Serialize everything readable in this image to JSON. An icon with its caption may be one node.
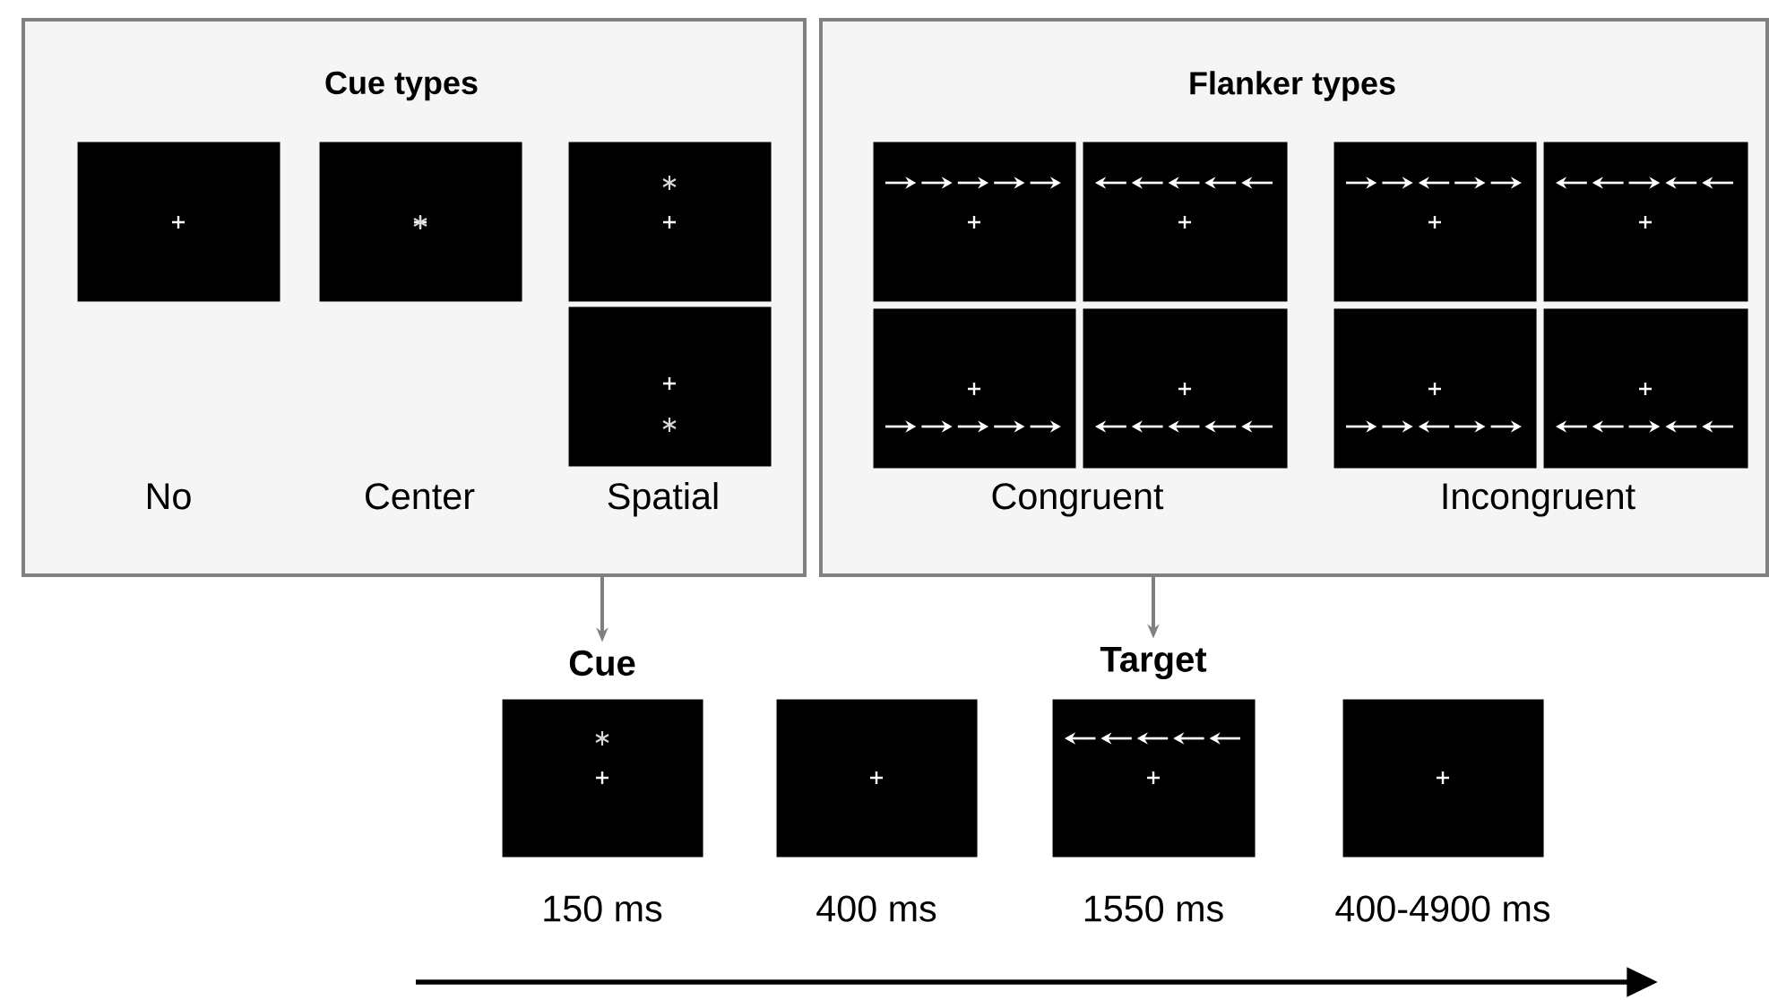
{
  "diagram": {
    "nodes": [
      {
        "text": [
          "Cue types"
        ]
      },
      {
        "text": [],
        "shape": "box",
        "in": 0
      },
      {
        "text": [],
        "shape": "box",
        "in": 0
      },
      {
        "text": [],
        "shape": "box",
        "in": 0
      },
      {
        "text": [],
        "shape": "box",
        "in": 0
      },
      {
        "text": [
          "Flanker types"
        ]
      },
      {
        "text": [],
        "shape": "box",
        "in": 5
      },
      {
        "text": [],
        "shape": "box",
        "in": 5
      },
      {
        "text": [],
        "shape": "box",
        "in": 5
      },
      {
        "text": [],
        "shape": "box",
        "in": 5
      },
      {
        "text": [],
        "shape": "box",
        "in": 5
      },
      {
        "text": [],
        "shape": "box",
        "in": 5
      },
      {
        "text": [],
        "shape": "box",
        "in": 5
      },
      {
        "text": [],
        "shape": "box",
        "in": 5
      },
      {
        "text": [
          "Cue"
        ],
        "beside": [
          "150 ms"
        ]
      },
      {
        "text": [],
        "shape": "box",
        "beside": [
          "400 ms"
        ]
      },
      {
        "text": [
          "Target"
        ],
        "beside": [
          "1550 ms"
        ]
      },
      {
        "text": [],
        "shape": "box",
        "beside": [
          "400-4900 ms"
        ]
      }
    ],
    "edges": [
      {
        "from": 0,
        "to": 14,
        "arrow": "to"
      },
      {
        "from": 5,
        "to": 16,
        "arrow": "to"
      }
    ],
    "labels": [
      "No",
      "Center",
      "Spatial",
      "Congruent",
      "Incongruent"
    ]
  }
}
